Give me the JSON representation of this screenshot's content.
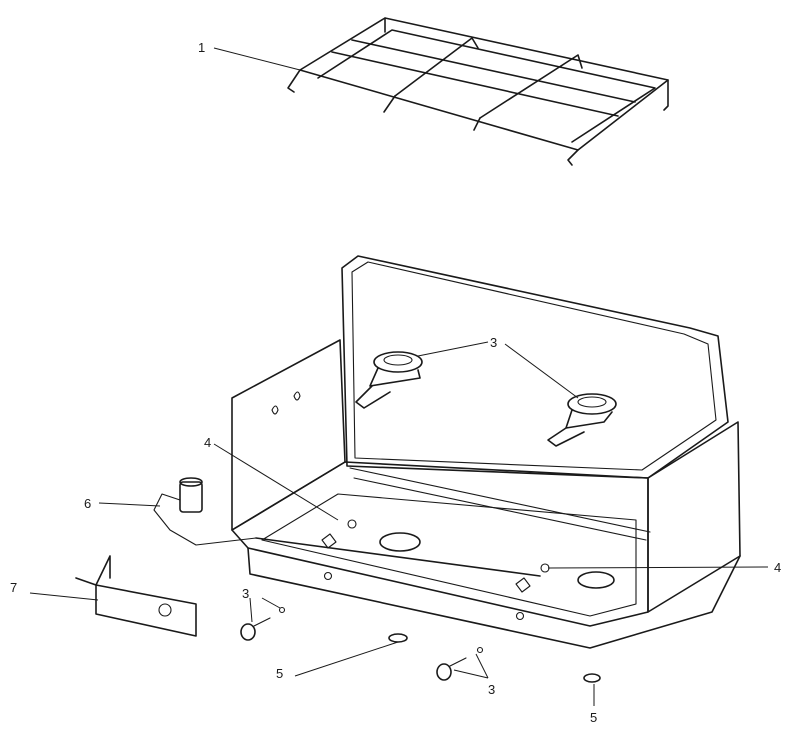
{
  "labels": {
    "grate": "1",
    "burner": "3",
    "valve": "4",
    "grommet": "5",
    "regulator": "6",
    "bracket": "7"
  }
}
